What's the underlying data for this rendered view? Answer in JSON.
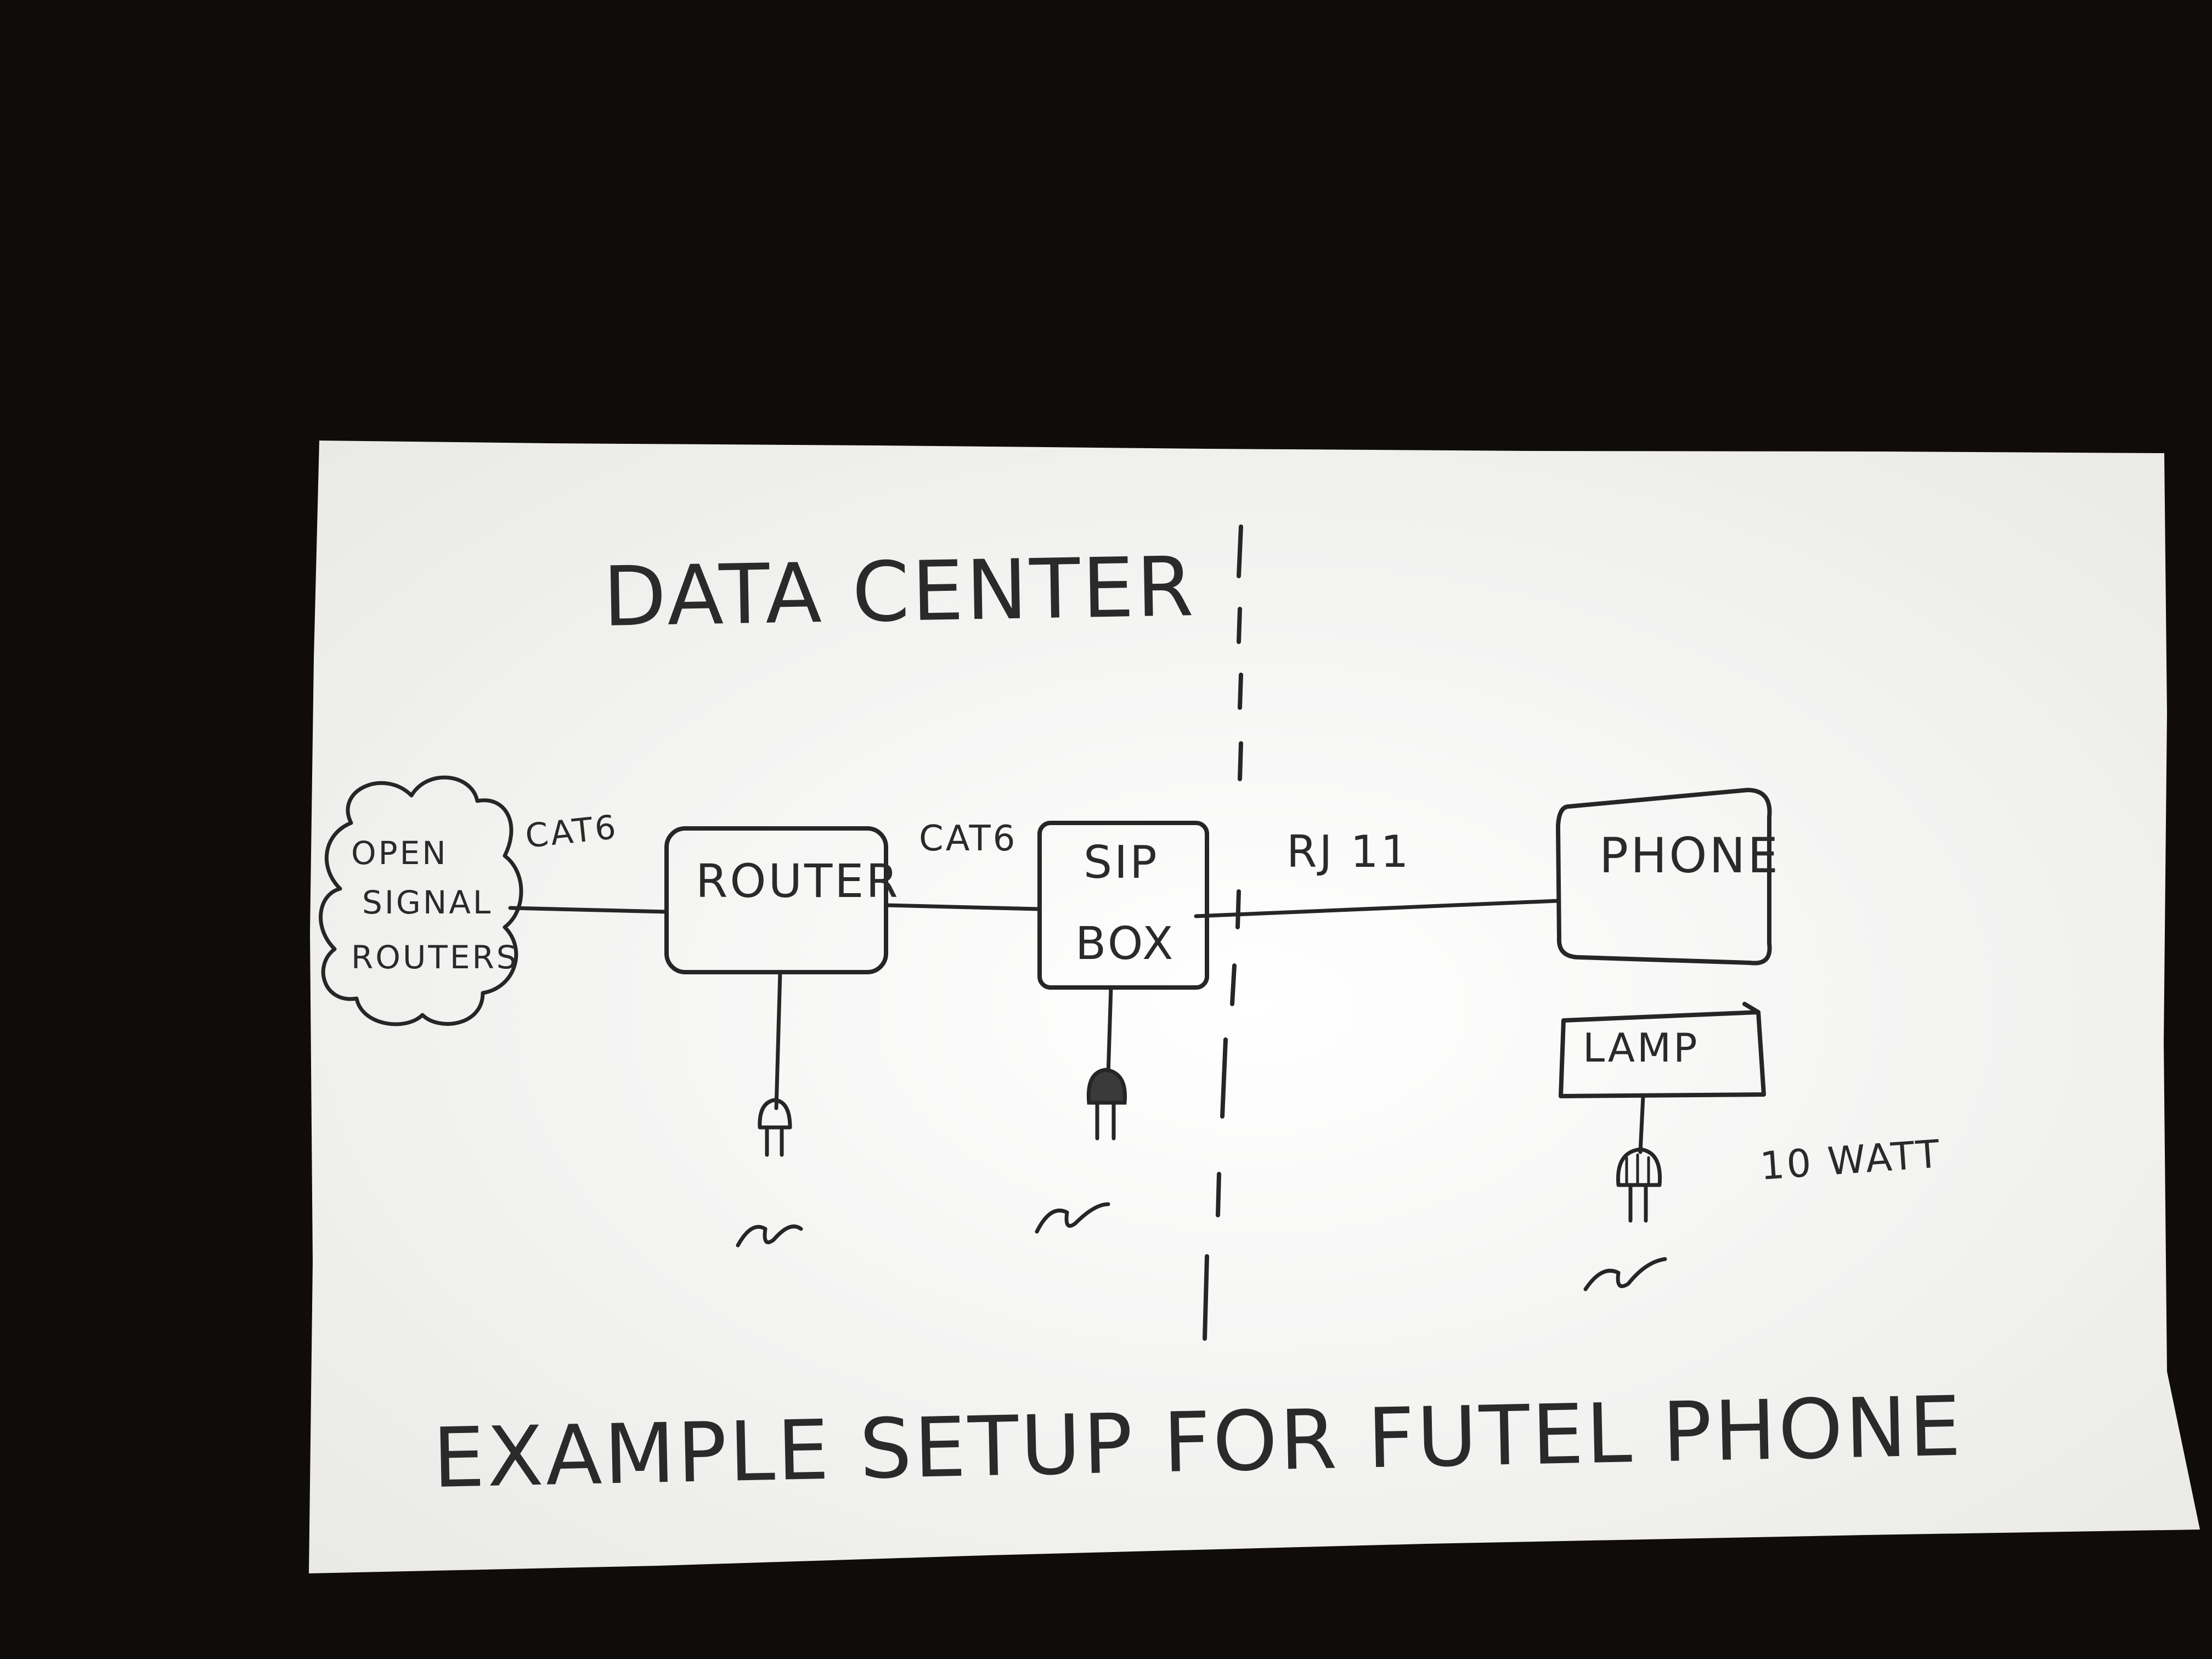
{
  "colors": {
    "background": "#0f0c0a",
    "paper": "#f6f6f4",
    "ink": "#262626"
  },
  "diagram": {
    "title": "DATA CENTER",
    "caption": "EXAMPLE SETUP FOR FUTEL PHONE",
    "nodes": {
      "cloud": {
        "lines": [
          "OPEN",
          "SIGNAL",
          "ROUTERS"
        ]
      },
      "router": {
        "label": "ROUTER"
      },
      "sip_box": {
        "lines": [
          "SIP",
          "BOX"
        ]
      },
      "phone": {
        "label": "PHONE"
      },
      "lamp": {
        "label": "LAMP",
        "note": "10 WATT"
      }
    },
    "edges": {
      "cloud_router": "CAT6",
      "router_sip": "CAT6",
      "sip_phone": "RJ 11"
    },
    "icons": [
      "power-plug-icon",
      "ac-power-icon"
    ]
  }
}
